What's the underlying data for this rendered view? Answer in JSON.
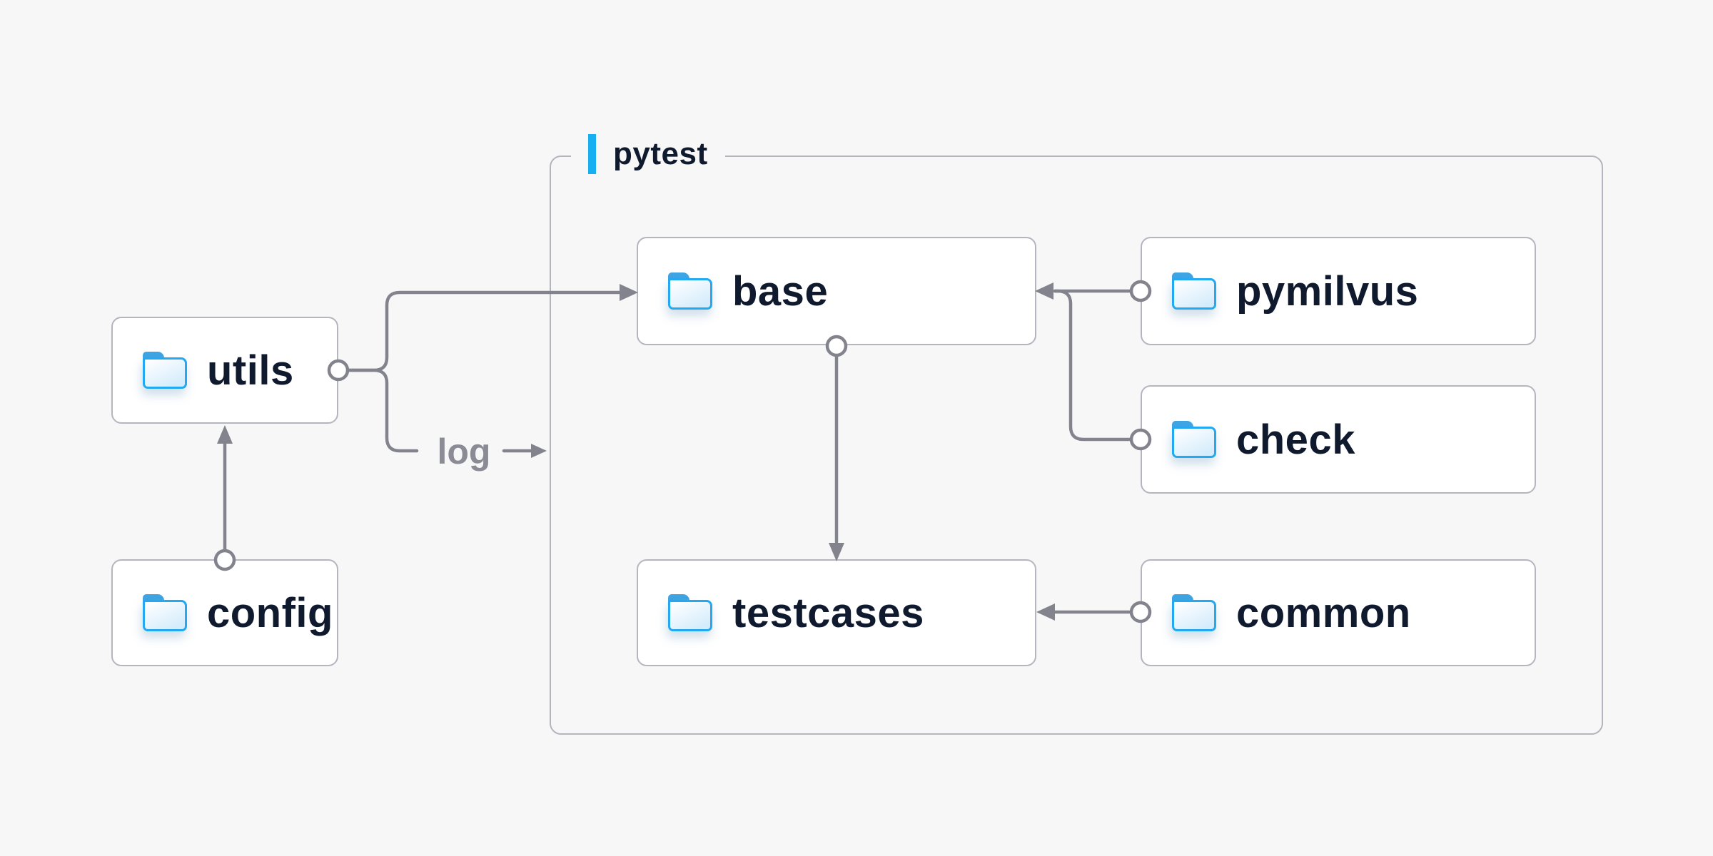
{
  "diagram": {
    "kind": "folder-dependency-diagram",
    "background": "#f7f7f8"
  },
  "container": {
    "label": "pytest"
  },
  "nodes": [
    {
      "id": "utils",
      "label": "utils",
      "icon": "folder-icon"
    },
    {
      "id": "config",
      "label": "config",
      "icon": "folder-icon"
    },
    {
      "id": "base",
      "label": "base",
      "icon": "folder-icon",
      "group": "pytest"
    },
    {
      "id": "pymilvus",
      "label": "pymilvus",
      "icon": "folder-icon",
      "group": "pytest"
    },
    {
      "id": "check",
      "label": "check",
      "icon": "folder-icon",
      "group": "pytest"
    },
    {
      "id": "testcases",
      "label": "testcases",
      "icon": "folder-icon",
      "group": "pytest"
    },
    {
      "id": "common",
      "label": "common",
      "icon": "folder-icon",
      "group": "pytest"
    }
  ],
  "edges": [
    {
      "from": "config",
      "to": "utils",
      "label": ""
    },
    {
      "from": "utils",
      "to": "base",
      "label": ""
    },
    {
      "from": "utils",
      "to": "pytest",
      "label": "log"
    },
    {
      "from": "pymilvus",
      "to": "base",
      "label": ""
    },
    {
      "from": "check",
      "to": "base",
      "label": ""
    },
    {
      "from": "base",
      "to": "testcases",
      "label": ""
    },
    {
      "from": "common",
      "to": "testcases",
      "label": ""
    }
  ],
  "colors": {
    "background": "#f7f7f8",
    "node_fill": "#ffffff",
    "node_border": "#b5b5bf",
    "wire_gray": "#83838d",
    "text_navy": "#101a2e",
    "edge_label_gray": "#8b8b95",
    "accent_blue": "#16b0f2",
    "folder_border_blue": "#22a9f1",
    "folder_tab_blue": "#3fa4e3"
  }
}
